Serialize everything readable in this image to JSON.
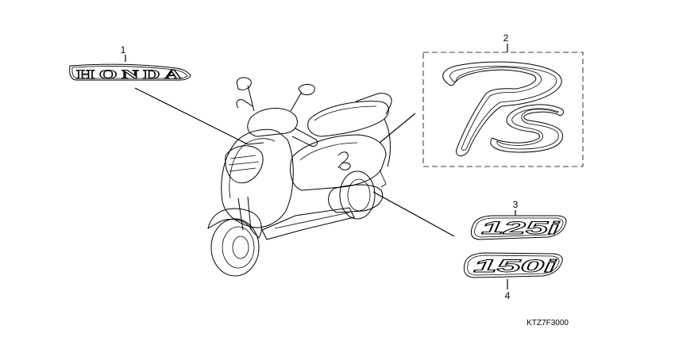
{
  "diagram": {
    "diagram_code": "KTZ7F3000",
    "callouts": [
      {
        "id": "1",
        "label": "1"
      },
      {
        "id": "2",
        "label": "2"
      },
      {
        "id": "3",
        "label": "3"
      },
      {
        "id": "4",
        "label": "4"
      }
    ],
    "emblems": {
      "brand_logo": "HONDA",
      "ps_logo": "Ps",
      "badge_125": "125i",
      "badge_150": "150i"
    }
  }
}
